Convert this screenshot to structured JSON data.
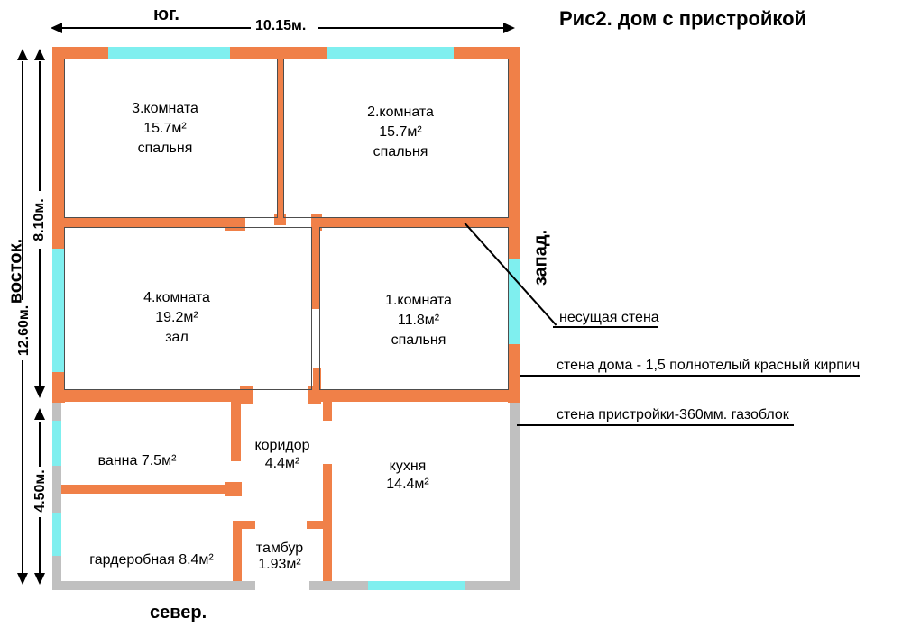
{
  "title": "Рис2. дом с пристройкой",
  "compass": {
    "south": "юг.",
    "north": "север.",
    "east": "восток.",
    "west": "запад."
  },
  "dimensions": {
    "top_width": "10.15м.",
    "house_height": "8.10м.",
    "total_height": "12.60м.",
    "annex_height": "4.50м."
  },
  "rooms": {
    "room3": {
      "name": "3.комната",
      "area": "15.7м²",
      "type": "спальня"
    },
    "room2": {
      "name": "2.комната",
      "area": "15.7м²",
      "type": "спальня"
    },
    "room4": {
      "name": "4.комната",
      "area": "19.2м²",
      "type": "зал"
    },
    "room1": {
      "name": "1.комната",
      "area": "11.8м²",
      "type": "спальня"
    },
    "bath": {
      "label": "ванна 7.5м²"
    },
    "corridor": {
      "name": "коридор",
      "area": "4.4м²"
    },
    "kitchen": {
      "name": "кухня",
      "area": "14.4м²"
    },
    "wardrobe": {
      "label": "гардеробная 8.4м²"
    },
    "vestibule": {
      "name": "тамбур",
      "area": "1.93м²"
    }
  },
  "annotations": {
    "load_bearing_wall": "несущая стена",
    "house_wall": "стена дома - 1,5 полнотелый красный кирпич",
    "annex_wall": "стена пристройки-360мм. газоблок"
  },
  "colors": {
    "house_wall": "#F08048",
    "window": "#7FEFEF",
    "annex_wall": "#C0C0C0"
  }
}
